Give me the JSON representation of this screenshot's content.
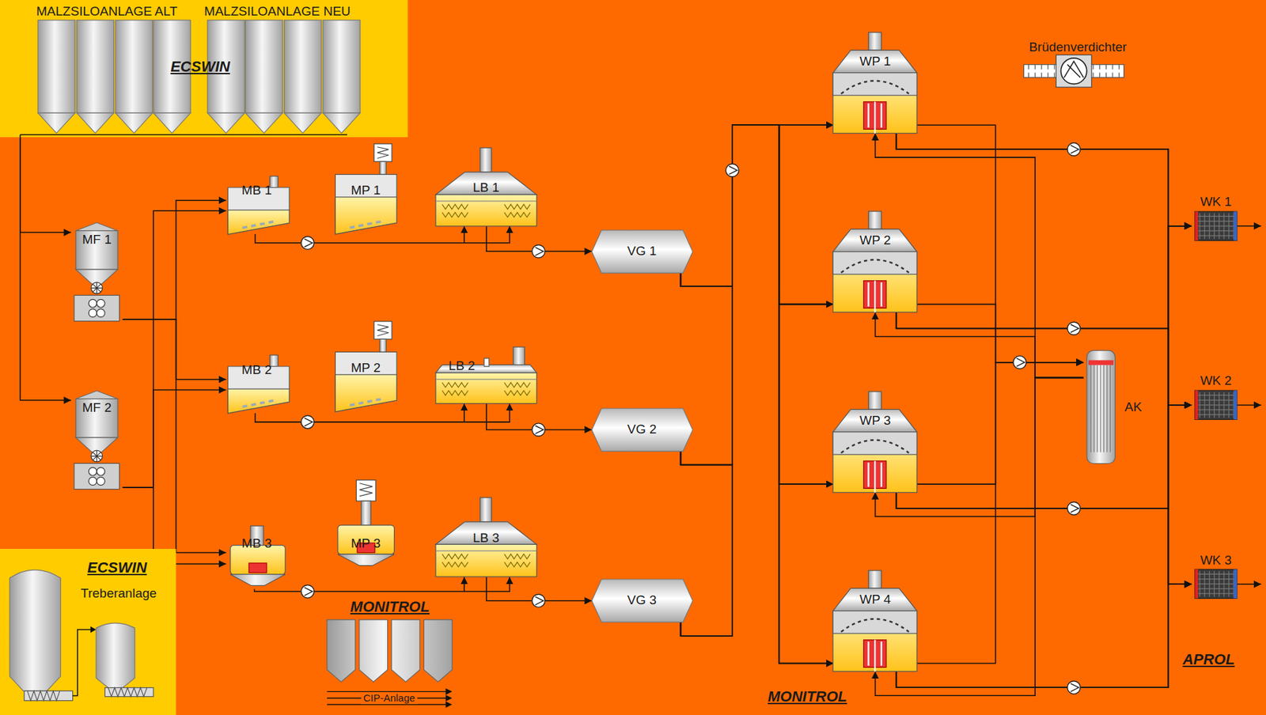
{
  "diagram": {
    "nodes": [
      {
        "text": [
          "MALZSILOANLAGE ALT",
          "MALZSILOANLAGE NEU",
          "ECSWIN"
        ]
      },
      {
        "text": [
          "MF 1"
        ]
      },
      {
        "text": [
          "MF 2"
        ]
      },
      {
        "text": [
          "MB 1"
        ]
      },
      {
        "text": [
          "MP 1"
        ]
      },
      {
        "text": [
          "LB 1"
        ]
      },
      {
        "text": [
          "VG 1"
        ]
      },
      {
        "text": [
          "MB 2"
        ]
      },
      {
        "text": [
          "MP 2"
        ]
      },
      {
        "text": [
          "LB 2"
        ]
      },
      {
        "text": [
          "VG 2"
        ]
      },
      {
        "text": [
          "MB 3"
        ]
      },
      {
        "text": [
          "MP 3"
        ]
      },
      {
        "text": [
          "LB 3"
        ]
      },
      {
        "text": [
          "VG 3"
        ]
      },
      {
        "text": [
          "WP 1"
        ]
      },
      {
        "text": [
          "WP 2"
        ]
      },
      {
        "text": [
          "WP 3"
        ]
      },
      {
        "text": [
          "WP 4"
        ]
      },
      {
        "text": [
          "AK"
        ]
      },
      {
        "text": [
          "WK 1"
        ]
      },
      {
        "text": [
          "WK 2"
        ]
      },
      {
        "text": [
          "WK 3"
        ]
      },
      {
        "text": [
          "ECSWIN",
          "Treberanlage"
        ]
      },
      {
        "text": [
          "CIP-Anlage"
        ]
      }
    ],
    "edges": [
      {
        "from": 0,
        "to": 1,
        "arrow": "to"
      },
      {
        "from": 0,
        "to": 2,
        "arrow": "to"
      },
      {
        "from": 1,
        "to": 3,
        "arrow": "to"
      },
      {
        "from": 1,
        "to": 7,
        "arrow": "to"
      },
      {
        "from": 1,
        "to": 11,
        "arrow": "to"
      },
      {
        "from": 2,
        "to": 3,
        "arrow": "to"
      },
      {
        "from": 2,
        "to": 7,
        "arrow": "to"
      },
      {
        "from": 2,
        "to": 11,
        "arrow": "to"
      },
      {
        "from": 3,
        "to": 5,
        "arrow": "to"
      },
      {
        "from": 7,
        "to": 9,
        "arrow": "to"
      },
      {
        "from": 11,
        "to": 13,
        "arrow": "to"
      },
      {
        "from": 5,
        "to": 6,
        "arrow": "to"
      },
      {
        "from": 9,
        "to": 10,
        "arrow": "to"
      },
      {
        "from": 13,
        "to": 14,
        "arrow": "to"
      },
      {
        "from": 6,
        "to": 15,
        "arrow": "to"
      },
      {
        "from": 6,
        "to": 16,
        "arrow": "to"
      },
      {
        "from": 6,
        "to": 17,
        "arrow": "to"
      },
      {
        "from": 6,
        "to": 18,
        "arrow": "to"
      },
      {
        "from": 10,
        "to": 15,
        "arrow": "to"
      },
      {
        "from": 10,
        "to": 16,
        "arrow": "to"
      },
      {
        "from": 10,
        "to": 17,
        "arrow": "to"
      },
      {
        "from": 10,
        "to": 18,
        "arrow": "to"
      },
      {
        "from": 14,
        "to": 15,
        "arrow": "to"
      },
      {
        "from": 14,
        "to": 16,
        "arrow": "to"
      },
      {
        "from": 14,
        "to": 17,
        "arrow": "to"
      },
      {
        "from": 14,
        "to": 18,
        "arrow": "to"
      },
      {
        "from": 15,
        "to": 20,
        "arrow": "to"
      },
      {
        "from": 15,
        "to": 21,
        "arrow": "to"
      },
      {
        "from": 15,
        "to": 22,
        "arrow": "to"
      },
      {
        "from": 16,
        "to": 20,
        "arrow": "to"
      },
      {
        "from": 16,
        "to": 21,
        "arrow": "to"
      },
      {
        "from": 16,
        "to": 22,
        "arrow": "to"
      },
      {
        "from": 17,
        "to": 20,
        "arrow": "to"
      },
      {
        "from": 17,
        "to": 21,
        "arrow": "to"
      },
      {
        "from": 17,
        "to": 22,
        "arrow": "to"
      },
      {
        "from": 18,
        "to": 20,
        "arrow": "to"
      },
      {
        "from": 18,
        "to": 21,
        "arrow": "to"
      },
      {
        "from": 18,
        "to": 22,
        "arrow": "to"
      },
      {
        "from": 15,
        "to": 19,
        "arrow": "to"
      },
      {
        "from": 16,
        "to": 19,
        "arrow": "to"
      },
      {
        "from": 17,
        "to": 19,
        "arrow": "to"
      },
      {
        "from": 18,
        "to": 19,
        "arrow": "to"
      },
      {
        "from": 19,
        "to": 15,
        "arrow": "to"
      },
      {
        "from": 19,
        "to": 16,
        "arrow": "to"
      },
      {
        "from": 19,
        "to": 17,
        "arrow": "to"
      },
      {
        "from": 19,
        "to": 18,
        "arrow": "to"
      }
    ],
    "labels": [
      "Brüdenverdichter",
      "MONITROL",
      "MONITROL",
      "APROL"
    ]
  }
}
